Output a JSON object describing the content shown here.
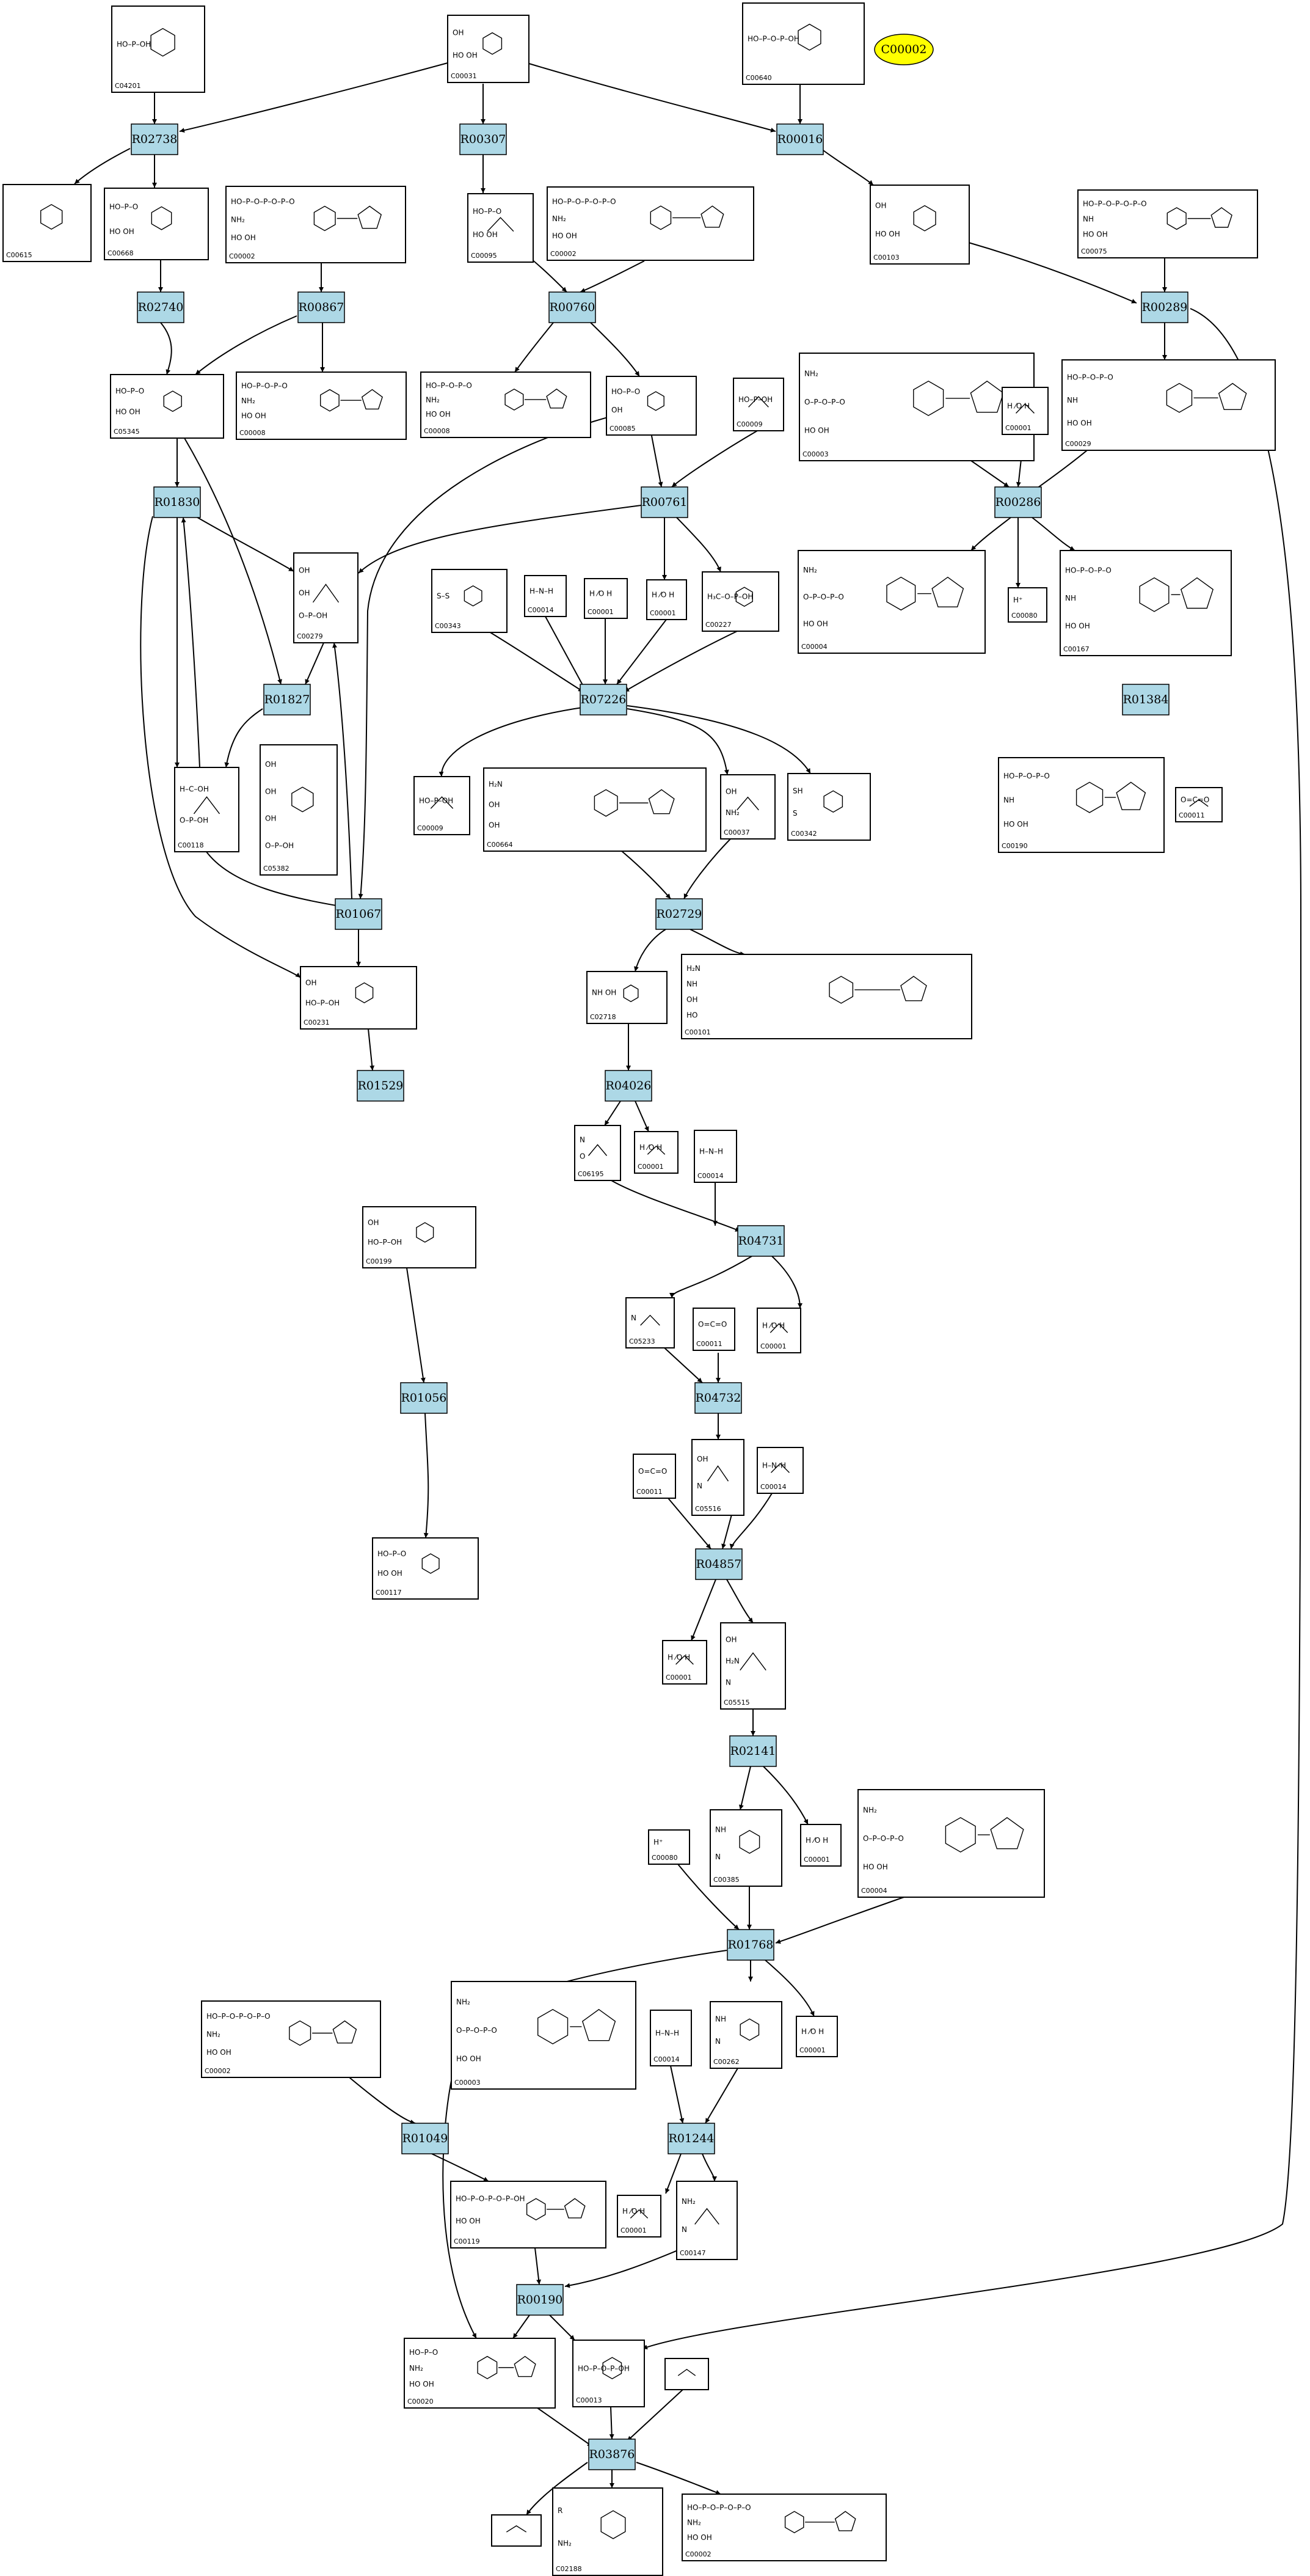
{
  "diagram": {
    "highlight": {
      "label": "C00002",
      "color": "#ffff00"
    },
    "reaction_color": "#add8e6",
    "reactions": [
      {
        "id": "R02738"
      },
      {
        "id": "R00307"
      },
      {
        "id": "R00016"
      },
      {
        "id": "R02740"
      },
      {
        "id": "R00867"
      },
      {
        "id": "R00760"
      },
      {
        "id": "R00289"
      },
      {
        "id": "R01830"
      },
      {
        "id": "R00761"
      },
      {
        "id": "R00286"
      },
      {
        "id": "R01827"
      },
      {
        "id": "R07226"
      },
      {
        "id": "R01384"
      },
      {
        "id": "R01067"
      },
      {
        "id": "R02729"
      },
      {
        "id": "R01529"
      },
      {
        "id": "R04026"
      },
      {
        "id": "R04731"
      },
      {
        "id": "R01056"
      },
      {
        "id": "R04732"
      },
      {
        "id": "R04857"
      },
      {
        "id": "R02141"
      },
      {
        "id": "R01768"
      },
      {
        "id": "R01049"
      },
      {
        "id": "R01244"
      },
      {
        "id": "R00190"
      },
      {
        "id": "R03876"
      }
    ],
    "compounds": [
      {
        "id": "C04201",
        "formula": [
          "HO–P–OH"
        ]
      },
      {
        "id": "C00031",
        "formula": [
          "OH",
          "HO  OH"
        ]
      },
      {
        "id": "C00640",
        "formula": [
          "HO–P–O–P–OH"
        ]
      },
      {
        "id": "C00615",
        "formula": []
      },
      {
        "id": "C00668",
        "formula": [
          "HO–P–O",
          "HO  OH"
        ]
      },
      {
        "id": "C00002",
        "formula": [
          "HO–P–O–P–O–P–O",
          "NH₂",
          "HO  OH"
        ]
      },
      {
        "id": "C00095",
        "formula": [
          "HO–P–O",
          "HO  OH"
        ]
      },
      {
        "id": "C00002",
        "formula": [
          "HO–P–O–P–O–P–O",
          "NH₂",
          "HO  OH"
        ]
      },
      {
        "id": "C00103",
        "formula": [
          "OH",
          "HO  OH"
        ]
      },
      {
        "id": "C00075",
        "formula": [
          "HO–P–O–P–O–P–O",
          "NH",
          "HO  OH"
        ]
      },
      {
        "id": "C05345",
        "formula": [
          "HO–P–O",
          "HO  OH"
        ]
      },
      {
        "id": "C00008",
        "formula": [
          "HO–P–O–P–O",
          "NH₂",
          "HO  OH"
        ]
      },
      {
        "id": "C00008",
        "formula": [
          "HO–P–O–P–O",
          "NH₂",
          "HO  OH"
        ]
      },
      {
        "id": "C00085",
        "formula": [
          "HO–P–O",
          "OH"
        ]
      },
      {
        "id": "C00009",
        "formula": [
          "HO–P–OH"
        ]
      },
      {
        "id": "C00003",
        "formula": [
          "NH₂",
          "O–P–O–P–O",
          "HO  OH"
        ]
      },
      {
        "id": "C00001",
        "formula": [
          "H ⁄O H"
        ]
      },
      {
        "id": "C00029",
        "formula": [
          "HO–P–O–P–O",
          "NH",
          "HO  OH"
        ]
      },
      {
        "id": "C00279",
        "formula": [
          "OH",
          "OH",
          "O–P–OH"
        ]
      },
      {
        "id": "C00343",
        "formula": [
          "S–S"
        ]
      },
      {
        "id": "C00014",
        "formula": [
          "H–N–H"
        ]
      },
      {
        "id": "C00001",
        "formula": [
          "H ⁄O H"
        ]
      },
      {
        "id": "C00001",
        "formula": [
          "H ⁄O H"
        ]
      },
      {
        "id": "C00227",
        "formula": [
          "H₃C–O–P–OH"
        ]
      },
      {
        "id": "C00004",
        "formula": [
          "NH₂",
          "O–P–O–P–O",
          "HO  OH"
        ]
      },
      {
        "id": "C00080",
        "formula": [
          "H⁺"
        ]
      },
      {
        "id": "C00167",
        "formula": [
          "HO–P–O–P–O",
          "NH",
          "HO  OH"
        ]
      },
      {
        "id": "C00118",
        "formula": [
          "H–C–OH",
          "O–P–OH"
        ]
      },
      {
        "id": "C05382",
        "formula": [
          "OH",
          "OH",
          "OH",
          "O–P–OH"
        ]
      },
      {
        "id": "C00009",
        "formula": [
          "HO–P–OH"
        ]
      },
      {
        "id": "C00664",
        "formula": [
          "H₂N",
          "OH",
          "OH"
        ]
      },
      {
        "id": "C00037",
        "formula": [
          "OH",
          "NH₂"
        ]
      },
      {
        "id": "C00342",
        "formula": [
          "SH",
          "S"
        ]
      },
      {
        "id": "C00190",
        "formula": [
          "HO–P–O–P–O",
          "NH",
          "HO  OH"
        ]
      },
      {
        "id": "C00011",
        "formula": [
          "O=C=O"
        ]
      },
      {
        "id": "C00231",
        "formula": [
          "OH",
          "HO–P–OH"
        ]
      },
      {
        "id": "C02718",
        "formula": [
          "NH  OH"
        ]
      },
      {
        "id": "C00101",
        "formula": [
          "H₂N",
          "NH",
          "OH",
          "HO"
        ]
      },
      {
        "id": "C06195",
        "formula": [
          "N",
          "O"
        ]
      },
      {
        "id": "C00001",
        "formula": [
          "H ⁄O H"
        ]
      },
      {
        "id": "C00014",
        "formula": [
          "H–N–H"
        ]
      },
      {
        "id": "C00199",
        "formula": [
          "OH",
          "HO–P–OH"
        ]
      },
      {
        "id": "C05233",
        "formula": [
          "N"
        ]
      },
      {
        "id": "C00011",
        "formula": [
          "O=C=O"
        ]
      },
      {
        "id": "C00001",
        "formula": [
          "H ⁄O H"
        ]
      },
      {
        "id": "C00011",
        "formula": [
          "O=C=O"
        ]
      },
      {
        "id": "C05516",
        "formula": [
          "OH",
          "N"
        ]
      },
      {
        "id": "C00014",
        "formula": [
          "H–N–H"
        ]
      },
      {
        "id": "C00117",
        "formula": [
          "HO–P–O",
          "HO  OH"
        ]
      },
      {
        "id": "C00001",
        "formula": [
          "H ⁄O H"
        ]
      },
      {
        "id": "C05515",
        "formula": [
          "OH",
          "H₂N",
          "N"
        ]
      },
      {
        "id": "C00080",
        "formula": [
          "H⁺"
        ]
      },
      {
        "id": "C00385",
        "formula": [
          "NH",
          "N"
        ]
      },
      {
        "id": "C00001",
        "formula": [
          "H ⁄O H"
        ]
      },
      {
        "id": "C00004",
        "formula": [
          "NH₂",
          "O–P–O–P–O",
          "HO  OH"
        ]
      },
      {
        "id": "C00002",
        "formula": [
          "HO–P–O–P–O–P–O",
          "NH₂",
          "HO  OH"
        ]
      },
      {
        "id": "C00003",
        "formula": [
          "NH₂",
          "O–P–O–P–O",
          "HO  OH"
        ]
      },
      {
        "id": "C00014",
        "formula": [
          "H–N–H"
        ]
      },
      {
        "id": "C00262",
        "formula": [
          "NH",
          "N"
        ]
      },
      {
        "id": "C00001",
        "formula": [
          "H ⁄O H"
        ]
      },
      {
        "id": "C00119",
        "formula": [
          "HO–P–O–P–O–P–OH",
          "HO  OH"
        ]
      },
      {
        "id": "C00001",
        "formula": [
          "H ⁄O H"
        ]
      },
      {
        "id": "C00147",
        "formula": [
          "NH₂",
          "N"
        ]
      },
      {
        "id": "C00020",
        "formula": [
          "HO–P–O",
          "NH₂",
          "HO  OH"
        ]
      },
      {
        "id": "C00013",
        "formula": [
          "HO–P–O–P–OH"
        ]
      },
      {
        "id": "",
        "formula": []
      },
      {
        "id": "",
        "formula": []
      },
      {
        "id": "C02188",
        "formula": [
          "R",
          "NH₂"
        ]
      },
      {
        "id": "C00002",
        "formula": [
          "HO–P–O–P–O–P–O",
          "NH₂",
          "HO  OH"
        ]
      }
    ]
  }
}
